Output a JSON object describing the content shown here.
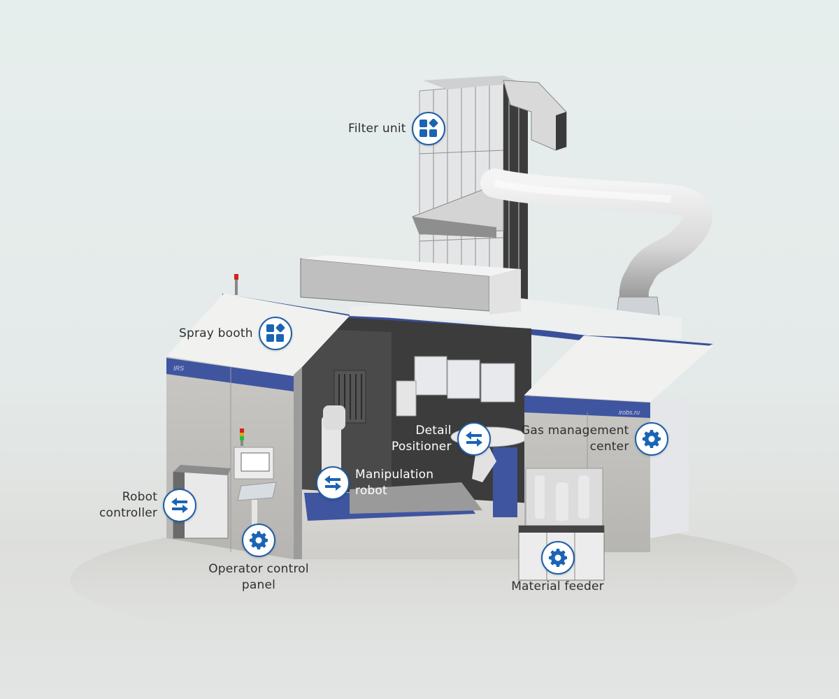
{
  "colors": {
    "accent_blue": "#1a64b4",
    "icon_ring": "#1f5ea8",
    "frame_blue": "#3a4f9a",
    "label_text": "#2f2f2f",
    "background": "#e6eeed"
  },
  "branding": {
    "panel_logo": "IRS",
    "panel_url": "irobs.ru"
  },
  "hotspots": [
    {
      "id": "filter-unit",
      "label": "Filter unit",
      "icon": "modules-icon"
    },
    {
      "id": "spray-booth",
      "label": "Spray booth",
      "icon": "modules-icon"
    },
    {
      "id": "detail-positioner",
      "label": "Detail\nPositioner",
      "icon": "swap-arrows-icon"
    },
    {
      "id": "gas-management-center",
      "label": "Gas management\ncenter",
      "icon": "gear-icon"
    },
    {
      "id": "manipulation-robot",
      "label": "Manipulation\nrobot",
      "icon": "swap-arrows-icon"
    },
    {
      "id": "robot-controller",
      "label": "Robot\ncontroller",
      "icon": "swap-arrows-icon"
    },
    {
      "id": "operator-control-panel",
      "label": "Operator control\npanel",
      "icon": "gear-icon"
    },
    {
      "id": "material-feeder",
      "label": "Material feeder",
      "icon": "gear-icon"
    }
  ]
}
